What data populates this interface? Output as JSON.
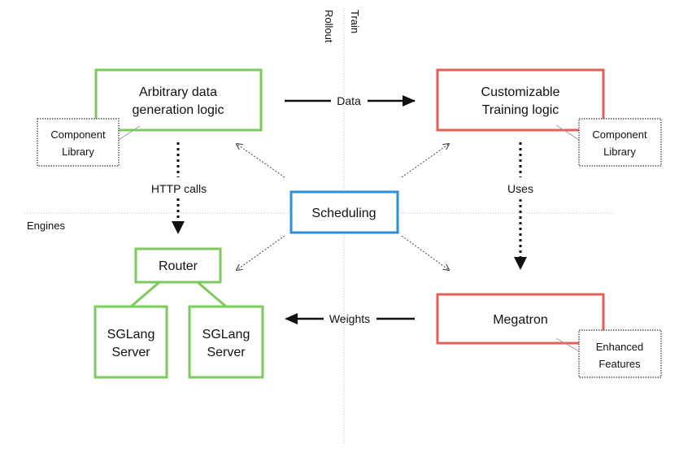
{
  "axis_labels": {
    "train": "Train",
    "rollout": "Rollout",
    "engines": "Engines"
  },
  "boxes": {
    "data_gen": [
      "Arbitrary data",
      "generation logic"
    ],
    "training": [
      "Customizable",
      "Training logic"
    ],
    "scheduling": "Scheduling",
    "router": "Router",
    "sglang_1": [
      "SGLang",
      "Server"
    ],
    "sglang_2": [
      "SGLang",
      "Server"
    ],
    "megatron": "Megatron"
  },
  "notes": {
    "component_library_left": [
      "Component",
      "Library"
    ],
    "component_library_right": [
      "Component",
      "Library"
    ],
    "enhanced_features": [
      "Enhanced",
      "Features"
    ]
  },
  "edge_labels": {
    "data": "Data",
    "weights": "Weights",
    "http_calls": "HTTP calls",
    "uses": "Uses"
  },
  "colors": {
    "rollout": "#7dc95e",
    "train": "#e2605a",
    "scheduling": "#2d8fd6",
    "note_border": "#333333"
  }
}
